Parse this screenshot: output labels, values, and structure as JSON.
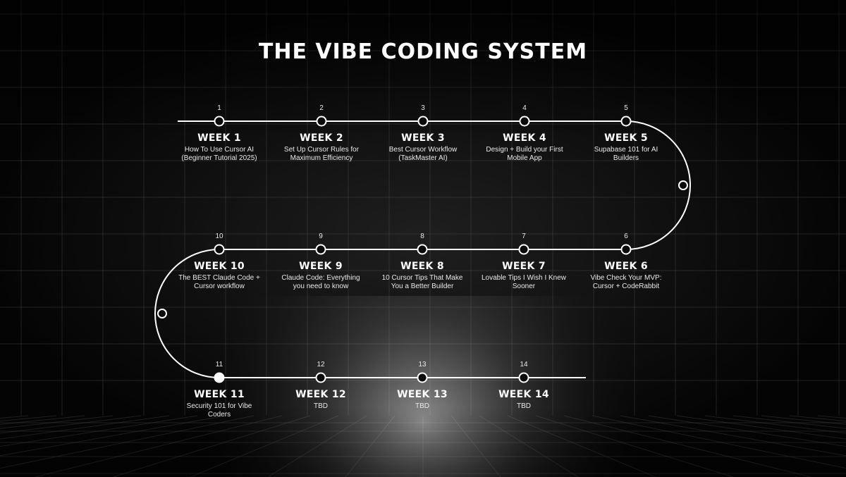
{
  "title": "THE VIBE CODING SYSTEM",
  "colors": {
    "background": "#000000",
    "line": "#ffffff",
    "text": "#ffffff"
  },
  "steps": [
    {
      "number": "1",
      "week": "WEEK 1",
      "description": "How To Use Cursor AI\n(Beginner Tutorial 2025)",
      "filled": false
    },
    {
      "number": "2",
      "week": "WEEK 2",
      "description": "Set Up Cursor Rules for\nMaximum Efficiency",
      "filled": false
    },
    {
      "number": "3",
      "week": "WEEK 3",
      "description": "Best Cursor Workflow\n(TaskMaster AI)",
      "filled": false
    },
    {
      "number": "4",
      "week": "WEEK 4",
      "description": "Design + Build your First\nMobile App",
      "filled": false
    },
    {
      "number": "5",
      "week": "WEEK 5",
      "description": "Supabase 101 for AI\nBuilders",
      "filled": false
    },
    {
      "number": "6",
      "week": "WEEK 6",
      "description": "Vibe Check Your MVP:\nCursor + CodeRabbit",
      "filled": false
    },
    {
      "number": "7",
      "week": "WEEK 7",
      "description": "Lovable Tips I Wish I Knew\nSooner",
      "filled": false
    },
    {
      "number": "8",
      "week": "WEEK 8",
      "description": "10 Cursor Tips That Make\nYou a Better Builder",
      "filled": false
    },
    {
      "number": "9",
      "week": "WEEK 9",
      "description": "Claude Code: Everything\nyou need to know",
      "filled": false
    },
    {
      "number": "10",
      "week": "WEEK 10",
      "description": "The BEST Claude Code +\nCursor workflow",
      "filled": false
    },
    {
      "number": "11",
      "week": "WEEK 11",
      "description": "Security 101 for Vibe\nCoders",
      "filled": true
    },
    {
      "number": "12",
      "week": "WEEK 12",
      "description": "TBD",
      "filled": false
    },
    {
      "number": "13",
      "week": "WEEK 13",
      "description": "TBD",
      "filled": false
    },
    {
      "number": "14",
      "week": "WEEK 14",
      "description": "TBD",
      "filled": false
    }
  ]
}
